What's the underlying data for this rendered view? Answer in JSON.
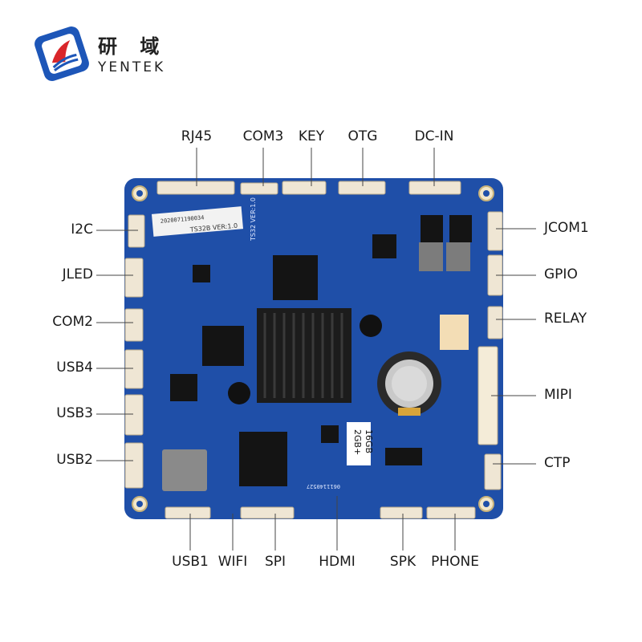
{
  "brand": {
    "name_cn": "研 域",
    "name_en": "YENTEK"
  },
  "board": {
    "silkscreen_model": "TS32B VER:1.0",
    "silkscreen_side": "TS32 VER:1.0",
    "memory_label_1": "2GB+",
    "memory_label_2": "16GB",
    "serial": "2020071190034",
    "part_no": "0611140527"
  },
  "labels": {
    "top": [
      "RJ45",
      "COM3",
      "KEY",
      "OTG",
      "DC-IN"
    ],
    "left": [
      "I2C",
      "JLED",
      "COM2",
      "USB4",
      "USB3",
      "USB2"
    ],
    "right": [
      "JCOM1",
      "GPIO",
      "RELAY",
      "MIPI",
      "CTP"
    ],
    "bottom": [
      "USB1",
      "WIFI",
      "SPI",
      "HDMI",
      "SPK",
      "PHONE"
    ]
  },
  "colors": {
    "pcb": "#1f4fa8",
    "heatsink": "#1c1c1c",
    "connector": "#efe6d4",
    "label": "#1a1a1a"
  }
}
